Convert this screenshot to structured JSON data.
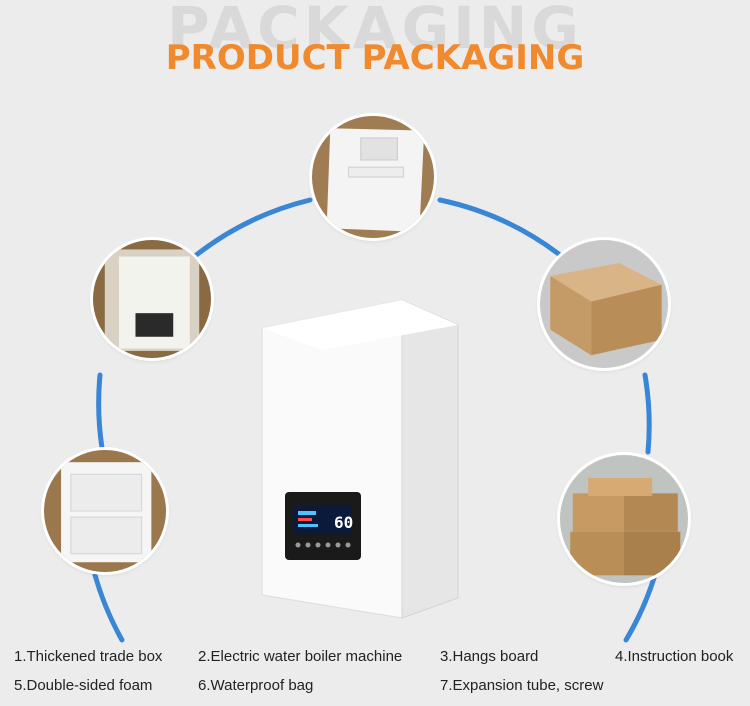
{
  "watermark": "PACKAGING",
  "title": "PRODUCT PACKAGING",
  "accent_color": "#f08a2c",
  "arc_color": "#3a86d6",
  "device": {
    "display_number": "60"
  },
  "items": [
    "1.Thickened trade box",
    "2.Electric water boiler machine",
    "3.Hangs board",
    "4.Instruction book",
    "5.Double-sided foam",
    "6.Waterproof bag",
    "7.Expansion tube, screw"
  ]
}
